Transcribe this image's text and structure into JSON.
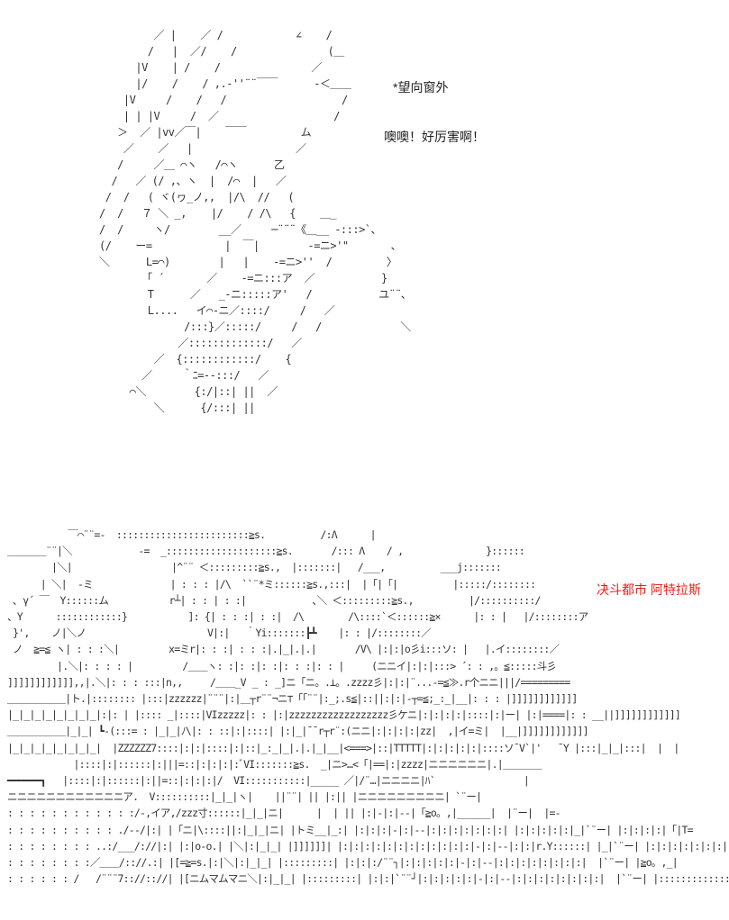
{
  "captions": {
    "look_window": "*望向窗外",
    "exclaim": "噢噢！好厉害啊！",
    "city_name": "决斗都市 阿特拉斯"
  },
  "colors": {
    "background": "#ffffff",
    "art": "#333333",
    "caption": "#222222",
    "city_caption": "#e8201c"
  }
}
